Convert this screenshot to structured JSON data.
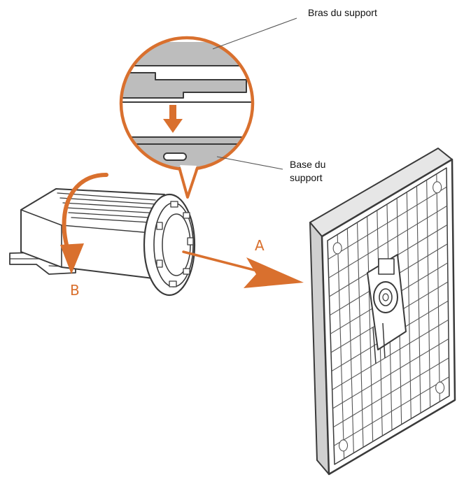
{
  "labels": {
    "arm": "Bras du support",
    "base_line1": "Base du",
    "base_line2": "support"
  },
  "steps": {
    "a": "A",
    "b": "B"
  },
  "colors": {
    "accent": "#d9702e",
    "line": "#3a3a3a",
    "fill_grey": "#bdbdbd",
    "plate_fill": "#ffffff"
  },
  "icons": {
    "down_arrow": "down-arrow-icon",
    "rotate_arrow": "rotate-arrow-icon",
    "insert_arrow": "right-arrow-icon"
  }
}
